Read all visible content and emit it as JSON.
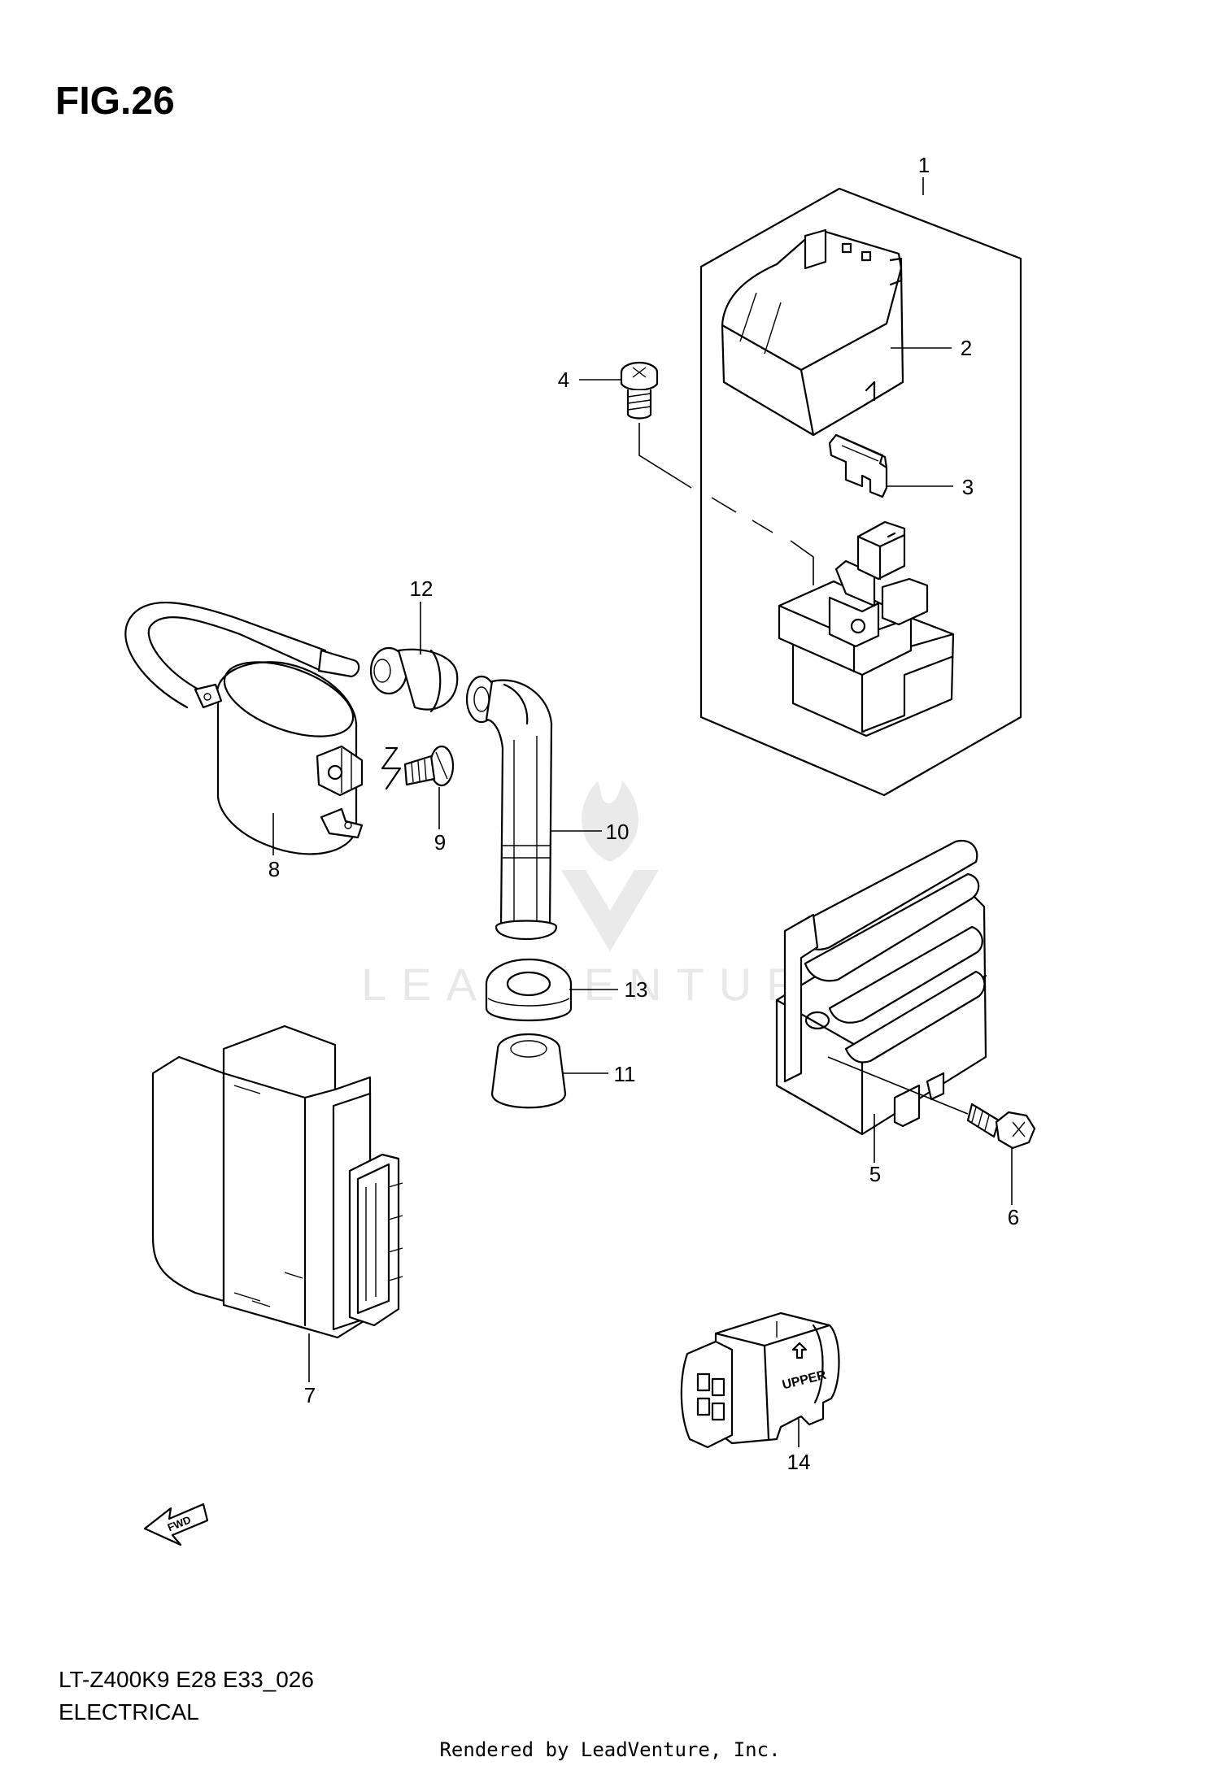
{
  "header": {
    "figure": "FIG.26"
  },
  "footer": {
    "model_code": "LT-Z400K9 E28 E33_026",
    "section": "ELECTRICAL",
    "rendered_by": "Rendered by LeadVenture, Inc."
  },
  "watermark": {
    "text": "LEADVENTURE"
  },
  "fwd_label": "FWD",
  "upper_label": "UPPER",
  "callouts": {
    "c1": "1",
    "c2": "2",
    "c3": "3",
    "c4": "4",
    "c5": "5",
    "c6": "6",
    "c7": "7",
    "c8": "8",
    "c9": "9",
    "c10": "10",
    "c11": "11",
    "c12": "12",
    "c13": "13",
    "c14": "14"
  }
}
